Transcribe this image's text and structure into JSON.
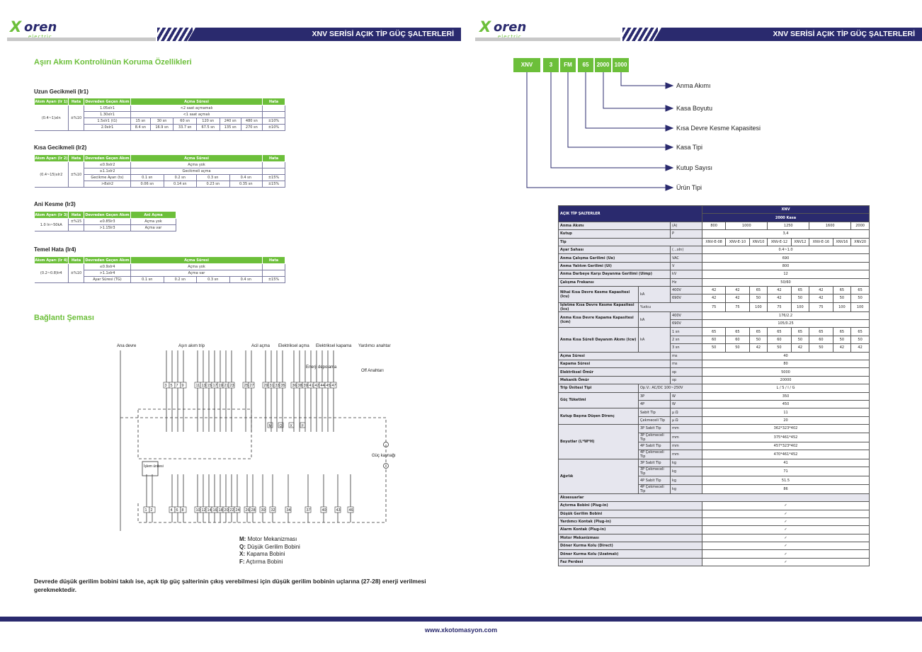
{
  "brand": {
    "logo_x": "X",
    "logo_oren": "oren",
    "logo_sub": "electric"
  },
  "header_title": "XNV SERİSİ AÇIK TİP GÜÇ ŞALTERLERİ",
  "left": {
    "section1": "Aşırı Akım Kontrolünün Koruma Özellikleri",
    "ir1": {
      "title": "Uzun Gecikmeli (Ir1)",
      "headers": [
        "Akım Ayarı (Ir 1)",
        "Hata",
        "Devreden Geçen Akım",
        "Açma Süresi",
        "Hata"
      ],
      "setting": "(0.4~1)xIn",
      "tol": "±%10",
      "rows": [
        [
          "1.05xIr1",
          "<2 saat açmamalı",
          ""
        ],
        [
          "1.30xIr1",
          "<1 saat açmalı",
          ""
        ]
      ],
      "row3_label": "1.5xIr1 (t1)",
      "row3": [
        "15 sn",
        "30 sn",
        "60 sn",
        "120 sn",
        "240 sn",
        "480 sn",
        "±10%"
      ],
      "row4_label": "2.0xIr1",
      "row4": [
        "8.4 sn",
        "16.9 sn",
        "33.7 sn",
        "67.5 sn",
        "135 sn",
        "270 sn",
        "±10%"
      ]
    },
    "ir2": {
      "title": "Kısa Gecikmeli (Ir2)",
      "headers": [
        "Akım Ayarı (Ir 2)",
        "Hata",
        "Devreden Geçen Akım",
        "Açma Süresi",
        "Hata"
      ],
      "setting": "(0.4~15)xIr2",
      "tol": "±%10",
      "r1": [
        "≤0.9xIr2",
        "Açma yok"
      ],
      "r2": [
        "≥1.1xIr2",
        "Gecikmeli açma"
      ],
      "r3_label": "Gecikme Ayarı (ts)",
      "r3": [
        "0.1 sn",
        "0.2 sn",
        "0.3 sn",
        "0.4 sn",
        "±15%"
      ],
      "r4_label": ">8xIr2",
      "r4": [
        "0.06 sn",
        "0.14 sn",
        "0.23 sn",
        "0.35 sn",
        "±15%"
      ]
    },
    "ir3": {
      "title": "Ani Kesme (Ir3)",
      "headers": [
        "Akım Ayarı (Ir 3)",
        "Hata",
        "Devreden Geçen Akım",
        "Ani Açma"
      ],
      "setting": "1.0 In~50kA",
      "tol": "±%15",
      "r1": [
        "≤0.85Ir3",
        "Açma yok"
      ],
      "r2": [
        ">1.15Ir3",
        "Açma var"
      ]
    },
    "ir4": {
      "title": "Temel Hata (Ir4)",
      "headers": [
        "Akım Ayarı (Ir 4)",
        "Hata",
        "Devreden Geçen Akım",
        "Açma Süresi",
        "Hata"
      ],
      "setting": "(0.2~0.8)Ir4",
      "tol": "±%10",
      "r1": [
        "≤0.9xIr4",
        "Açma yok"
      ],
      "r2": [
        ">1.1xIr4",
        "Açma var"
      ],
      "r3_label": "Ayar Süresi (TG)",
      "r3": [
        "0.1 sn",
        "0.2 sn",
        "0.3 sn",
        "0.4 sn",
        "±15%"
      ]
    },
    "section2": "Bağlantı Şeması",
    "diagram": {
      "top_labels": [
        "Ana devre",
        "Aşırı akım trip",
        "Acil açma",
        "Elektriksel açma",
        "Elektriksel kapama",
        "Yardımcı anahtar"
      ],
      "energy": "Enerji depolama",
      "off": "Off Anahtarı",
      "power": "Güç kaynağı",
      "unit": "İşlem ünitesi",
      "top_terms": [
        "3",
        "5",
        "7",
        "9",
        "11",
        "13",
        "15",
        "17",
        "19",
        "21",
        "23",
        "25",
        "27",
        "29",
        "31",
        "33",
        "35",
        "36",
        "38",
        "39",
        "41",
        "42",
        "44",
        "45",
        "47"
      ],
      "bot_terms": [
        "1",
        "2",
        "4",
        "6",
        "8",
        "10",
        "12",
        "14",
        "16",
        "18",
        "20",
        "22",
        "24",
        "26",
        "28",
        "30",
        "32",
        "34",
        "37",
        "40",
        "43",
        "46"
      ],
      "coil_m": "M",
      "coil_q": "Q",
      "coil_x": "X",
      "coil_f": "F"
    },
    "legend": [
      {
        "k": "M:",
        "v": "Motor Mekanizması"
      },
      {
        "k": "Q:",
        "v": "Düşük Gerilim Bobini"
      },
      {
        "k": "X:",
        "v": "Kapama Bobini"
      },
      {
        "k": "F:",
        "v": "Açtırma Bobini"
      }
    ],
    "note": "Devrede düşük gerilim bobini takılı ise, açık tip güç şalterinin çıkış verebilmesi için düşük gerilim bobinin uçlarına (27-28) enerji verilmesi gerekmektedir."
  },
  "right": {
    "code_boxes": [
      "XNV",
      "3",
      "FM",
      "65",
      "2000",
      "1000"
    ],
    "code_labels": [
      "Anma Akımı",
      "Kasa Boyutu",
      "Kısa Devre Kesme Kapasitesi",
      "Kasa Tipi",
      "Kutup Sayısı",
      "Ürün Tipi"
    ],
    "spec": {
      "title": "AÇIK TİP ŞALTERLER",
      "series": "XNV",
      "frame": "2000 Kasa",
      "currents": [
        "800",
        "1000",
        "1250",
        "1600",
        "2000"
      ],
      "rows": [
        [
          "Kutup",
          "P",
          "3,4"
        ],
        [
          "Ayar Sahası",
          "(...xIn)",
          "0.4~1.0"
        ],
        [
          "Anma Çalışma Gerilimi (Ue)",
          "VAC",
          "690"
        ],
        [
          "Anma Yalıtım Gerilimi (Ui)",
          "V",
          "800"
        ],
        [
          "Anma Darbeye Karşı Dayanma Gerilimi (Uimp)",
          "kV",
          "12"
        ],
        [
          "Çalışma Frekansı",
          "Hz",
          "50/60"
        ]
      ],
      "anma_label": "Anma Akımı",
      "anma_unit": "(A)",
      "tip_label": "Tip",
      "types": [
        "XNV-E-08",
        "XNV-E-10",
        "XNV10",
        "XNV-E-12",
        "XNV12",
        "XNV-E-16",
        "XNV16",
        "XNV20"
      ],
      "icu": {
        "label": "Nihai Kısa Devre Kesme Kapasitesi (Icu)",
        "unit": "kA",
        "v400": "400V",
        "v690": "690V",
        "r400": [
          "42",
          "42",
          "65",
          "42",
          "65",
          "42",
          "65",
          "65"
        ],
        "r690": [
          "42",
          "42",
          "50",
          "42",
          "50",
          "42",
          "50",
          "50"
        ]
      },
      "ics": {
        "label": "İşletme Kısa Devre Kesme Kapasitesi (Ics)",
        "unit": "%xIcu",
        "vals": [
          "75",
          "75",
          "100",
          "75",
          "100",
          "75",
          "100",
          "100"
        ]
      },
      "icm": {
        "label": "Anma Kısa Devre Kapama Kapasitesi (Icm)",
        "unit": "kA",
        "v400": "400V",
        "v690": "690V",
        "r400": "176/2.2",
        "r690": "105/0.25"
      },
      "icw": {
        "label": "Anma Kısa Süreli Dayanım Akımı (Icw)",
        "unit": "kA",
        "t1": "1 sn",
        "t2": "2 sn",
        "t3": "3 sn",
        "r1": [
          "65",
          "65",
          "65",
          "65",
          "65",
          "65",
          "65",
          "65"
        ],
        "r2": [
          "60",
          "60",
          "50",
          "60",
          "50",
          "60",
          "50",
          "50"
        ],
        "r3": [
          "50",
          "50",
          "42",
          "50",
          "42",
          "50",
          "42",
          "42"
        ]
      },
      "rows2": [
        [
          "Açma Süresi",
          "ms",
          "40"
        ],
        [
          "Kapama Süresi",
          "ms",
          "80"
        ],
        [
          "Elektriksel Ömür",
          "op",
          "5000"
        ],
        [
          "Mekanik Ömür",
          "op",
          "20000"
        ]
      ],
      "trip": [
        "Trip Ünitesi Tipi",
        "Op.V.: AC/DC 100~250V",
        "L / S / I / G"
      ],
      "power": {
        "label": "Güç Tüketimi",
        "p3": "3P",
        "p4": "4P",
        "u": "W",
        "v3": "350",
        "v4": "450"
      },
      "res": {
        "label": "Kutup Başına Düşen Direnç",
        "a": "Sabit Tip",
        "b": "Çekmeceli Tip",
        "u": "μ Ω",
        "va": "11",
        "vb": "20"
      },
      "dims": {
        "label": "Boyutlar (L*W*H)",
        "u": "mm",
        "rows": [
          [
            "3P Sabit Tip",
            "362*323*402"
          ],
          [
            "3P Çekmeceli Tip",
            "375*461*452"
          ],
          [
            "4P Sabit Tip",
            "457*323*402"
          ],
          [
            "4P Çekmeceli Tip",
            "470*461*452"
          ]
        ]
      },
      "weight": {
        "label": "Ağırlık",
        "u": "kg",
        "rows": [
          [
            "3P Sabit Tip",
            "41"
          ],
          [
            "3P Çekmeceli Tip",
            "71"
          ],
          [
            "4P Sabit Tip",
            "51.5"
          ],
          [
            "4P Çekmeceli Tip",
            "86"
          ]
        ]
      },
      "acc_title": "Aksesuarlar",
      "acc": [
        "Açtırma Bobini (Plug-in)",
        "Düşük Gerilim Bobini",
        "Yardımcı Kontak (Plug-in)",
        "Alarm Kontak (Plug-in)",
        "Motor Mekanizması",
        "Döner Kurma Kolu (Direct)",
        "Döner Kurma Kolu (Uzatmalı)",
        "Faz Perdesi"
      ],
      "check": "✓"
    }
  },
  "footer_url": "www.xkotomasyon.com"
}
